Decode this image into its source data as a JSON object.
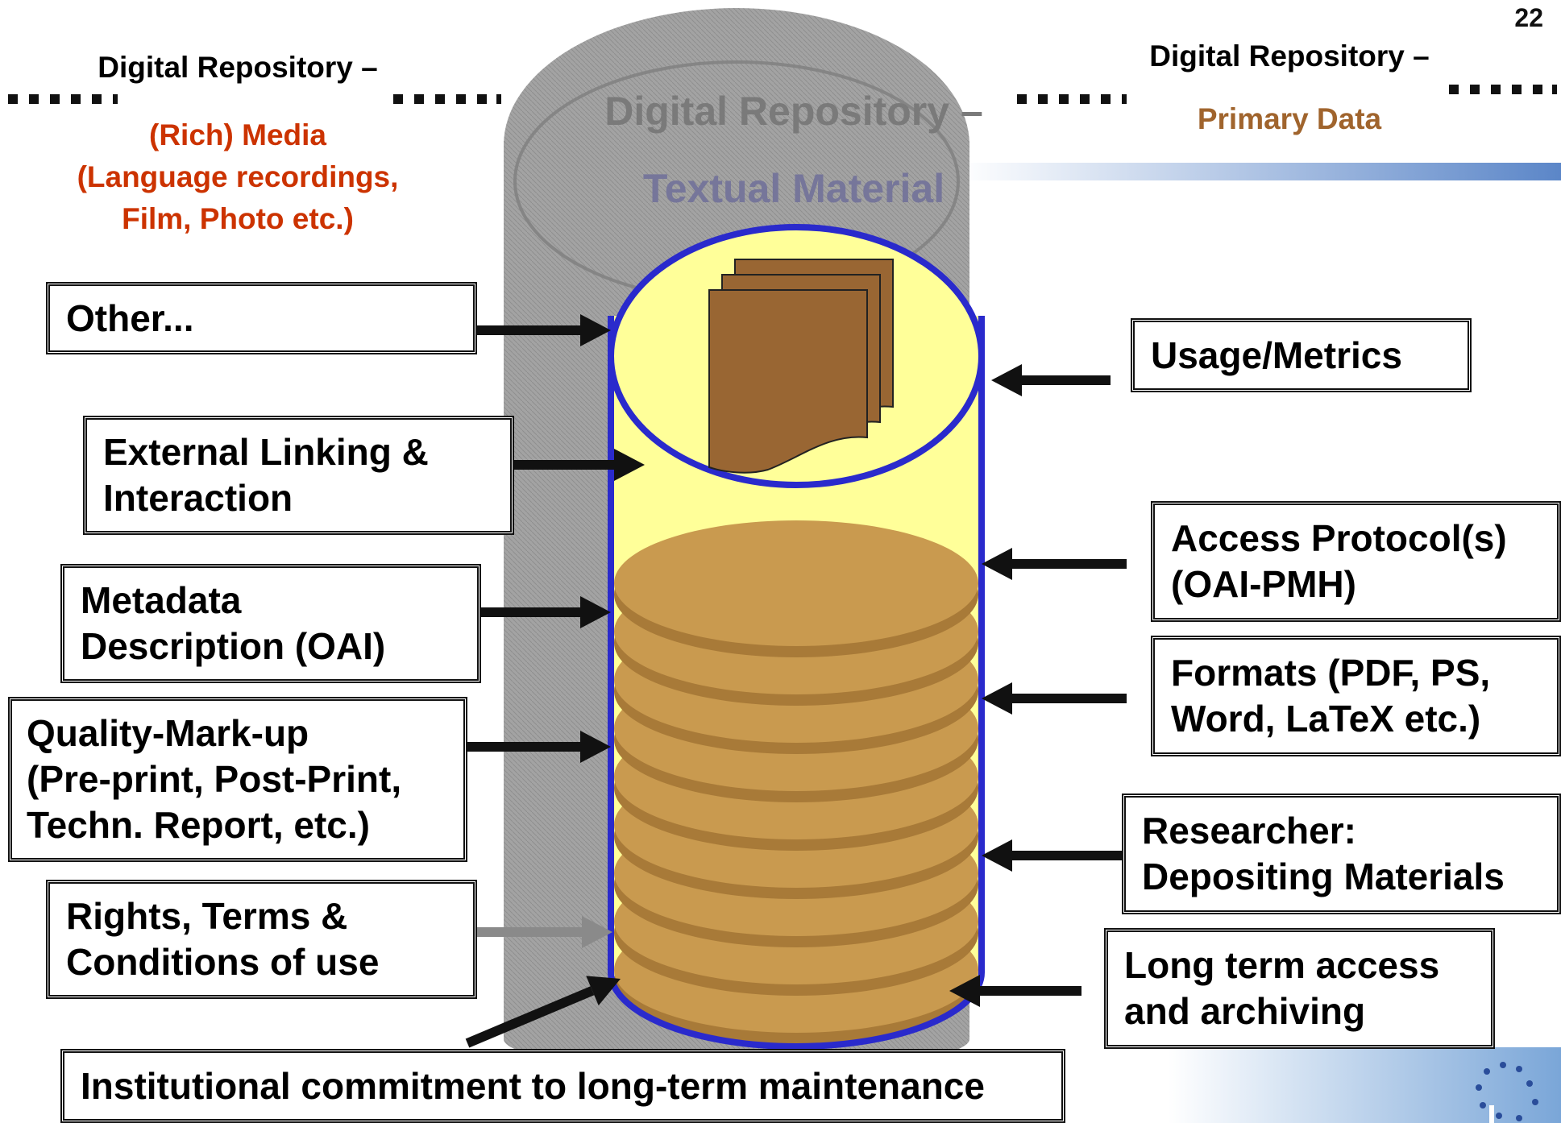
{
  "slide_number": "22",
  "background_repositories": {
    "media": {
      "title": "Digital Repository –",
      "line1": "(Rich) Media",
      "line2": "(Language recordings,",
      "line3": "Film, Photo etc.)",
      "color": "#cc3300"
    },
    "textual": {
      "title": "Digital Repository –",
      "subtitle": "Textual Material"
    },
    "primary": {
      "title": "Digital Repository –",
      "subtitle": "Primary Data",
      "color": "#a0642d"
    }
  },
  "left_labels": [
    {
      "id": "other",
      "lines": [
        "Other..."
      ]
    },
    {
      "id": "external-linking",
      "lines": [
        "External Linking &",
        "Interaction"
      ]
    },
    {
      "id": "metadata",
      "lines": [
        "Metadata",
        "Description (OAI)"
      ]
    },
    {
      "id": "quality-markup",
      "lines": [
        "Quality-Mark-up",
        "(Pre-print, Post-Print,",
        "Techn. Report, etc.)"
      ]
    },
    {
      "id": "rights",
      "lines": [
        "Rights, Terms &",
        "Conditions of use"
      ]
    }
  ],
  "right_labels": [
    {
      "id": "usage-metrics",
      "lines": [
        "Usage/Metrics"
      ]
    },
    {
      "id": "access-protocol",
      "lines": [
        "Access Protocol(s)",
        "(OAI-PMH)"
      ]
    },
    {
      "id": "formats",
      "lines": [
        "Formats (PDF, PS,",
        "Word, LaTeX etc.)"
      ]
    },
    {
      "id": "researcher",
      "lines": [
        "Researcher:",
        "Depositing Materials"
      ]
    },
    {
      "id": "long-term",
      "lines": [
        "Long term access",
        "and archiving"
      ]
    }
  ],
  "bottom_label": {
    "lines": [
      "Institutional commitment to long-term maintenance"
    ]
  },
  "colors": {
    "cylinder_fill": "#ffff99",
    "cylinder_stroke": "#2a2acc",
    "disk_fill": "#c99a4f",
    "document_fill": "#996633",
    "ghost_cylinder": "#9a9a9a",
    "accent_bar": "#5b86c8"
  }
}
